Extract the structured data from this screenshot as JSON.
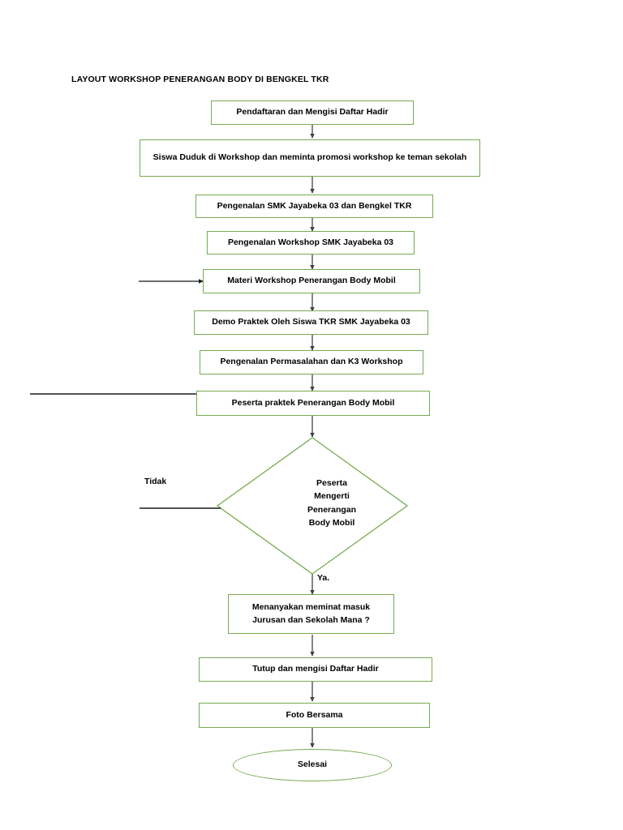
{
  "document": {
    "title": "LAYOUT WORKSHOP PENERANGAN BODY DI BENGKEL TKR"
  },
  "colors": {
    "node_border": "#77ab50",
    "connector": "#404040",
    "plain_line": "#1a1a1a",
    "text": "#000000",
    "background": "#ffffff"
  },
  "chart_data": {
    "type": "diagram",
    "diagram_kind": "flowchart",
    "orientation": "top-to-bottom",
    "title": "LAYOUT WORKSHOP PENERANGAN BODY DI BENGKEL TKR"
  },
  "flowchart": {
    "nodes": [
      {
        "id": "n1",
        "shape": "rectangle",
        "label": "Pendaftaran dan Mengisi Daftar Hadir"
      },
      {
        "id": "n2",
        "shape": "rectangle",
        "label": "Siswa Duduk di Workshop dan meminta promosi workshop ke teman sekolah"
      },
      {
        "id": "n3",
        "shape": "rectangle",
        "label": "Pengenalan SMK Jayabeka 03  dan Bengkel TKR"
      },
      {
        "id": "n4",
        "shape": "rectangle",
        "label": "Pengenalan Workshop SMK Jayabeka 03"
      },
      {
        "id": "n5",
        "shape": "rectangle",
        "label": "Materi Workshop Penerangan Body Mobil"
      },
      {
        "id": "n6",
        "shape": "rectangle",
        "label": "Demo Praktek Oleh Siswa TKR SMK Jayabeka 03"
      },
      {
        "id": "n7",
        "shape": "rectangle",
        "label": "Pengenalan Permasalahan dan K3 Workshop"
      },
      {
        "id": "n8",
        "shape": "rectangle",
        "label": "Peserta praktek Penerangan Body Mobil"
      },
      {
        "id": "n9",
        "shape": "diamond",
        "label": "Peserta\nMengerti\nPenerangan\nBody Mobil"
      },
      {
        "id": "n10",
        "shape": "rectangle",
        "label": "Menanyakan meminat masuk\nJurusan dan Sekolah Mana ?"
      },
      {
        "id": "n11",
        "shape": "rectangle",
        "label": "Tutup dan mengisi  Daftar Hadir"
      },
      {
        "id": "n12",
        "shape": "rectangle",
        "label": "Foto Bersama"
      },
      {
        "id": "n13",
        "shape": "ellipse",
        "label": "Selesai"
      }
    ],
    "edge_labels": [
      {
        "id": "e-no",
        "label": "Tidak"
      },
      {
        "id": "e-yes",
        "label": "Ya."
      }
    ]
  }
}
